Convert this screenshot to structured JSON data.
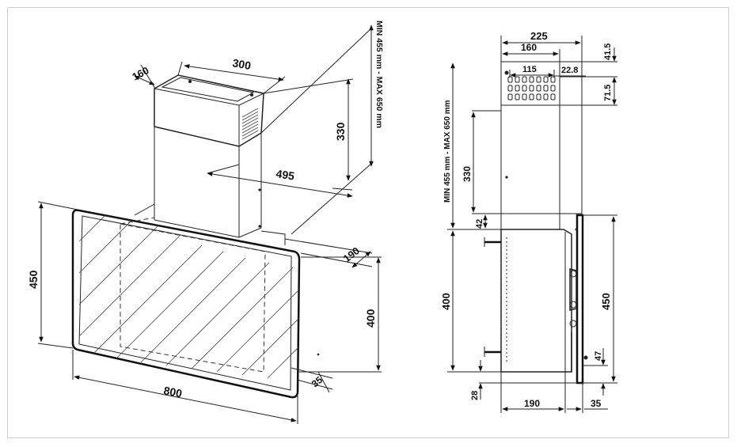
{
  "left": {
    "d160": "160",
    "d300": "300",
    "d330": "330",
    "d495": "495",
    "d190": "190",
    "d450": "450",
    "d400": "400",
    "d800": "800",
    "d35": "35",
    "minmax": "MIN 455 mm - MAX 650 mm"
  },
  "right": {
    "d225": "225",
    "d160": "160",
    "d115": "115",
    "d22_8": "22.8",
    "d41_5": "41.5",
    "d71_5": "71.5",
    "d330": "330",
    "d42": "42",
    "d400": "400",
    "d450": "450",
    "d47": "47",
    "d28": "28",
    "d190": "190",
    "d35": "35",
    "minmax": "MIN 455 mm - MAX 650 mm"
  }
}
